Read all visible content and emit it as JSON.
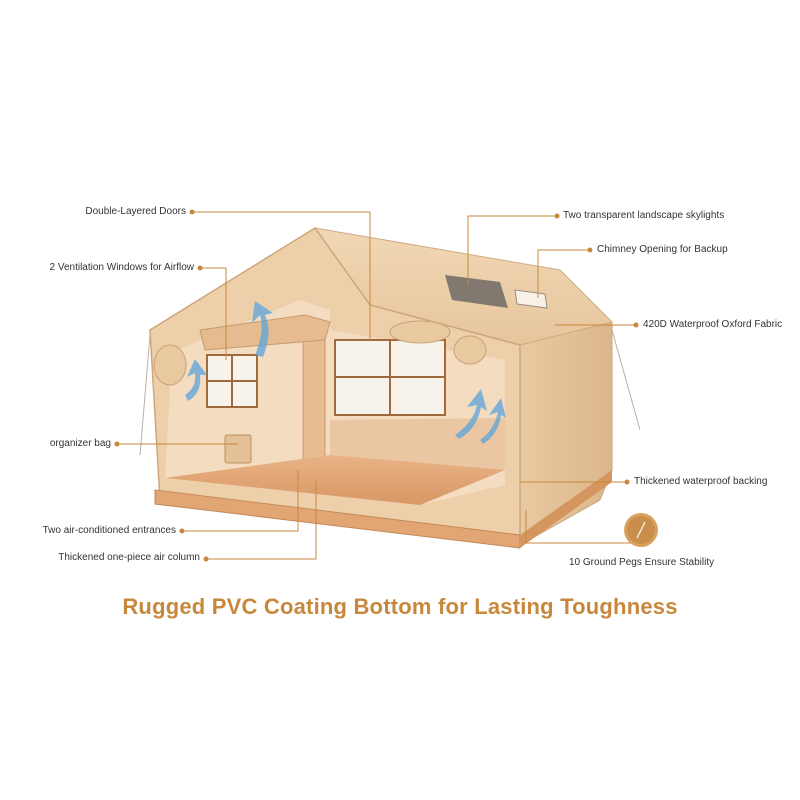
{
  "callouts": {
    "doors": "Double-Layered Doors",
    "windows": "2 Ventilation Windows for Airflow",
    "organizer": "organizer bag",
    "entrances": "Two air-conditioned entrances",
    "column": "Thickened one-piece air column",
    "skylights": "Two transparent landscape skylights",
    "chimney": "Chimney Opening for Backup",
    "fabric": "420D Waterproof Oxford Fabric",
    "backing": "Thickened waterproof backing",
    "pegs": "10 Ground Pegs Ensure Stability"
  },
  "headline": "Rugged PVC Coating Bottom for Lasting Toughness",
  "colors": {
    "leader": "#c8883c",
    "headline": "#c8883c",
    "canvas": "#eccfa8",
    "canvas_dark": "#d8b285",
    "floor": "#e2a777",
    "window_frame": "#a06a3c",
    "arrow": "#5ba4dc"
  }
}
